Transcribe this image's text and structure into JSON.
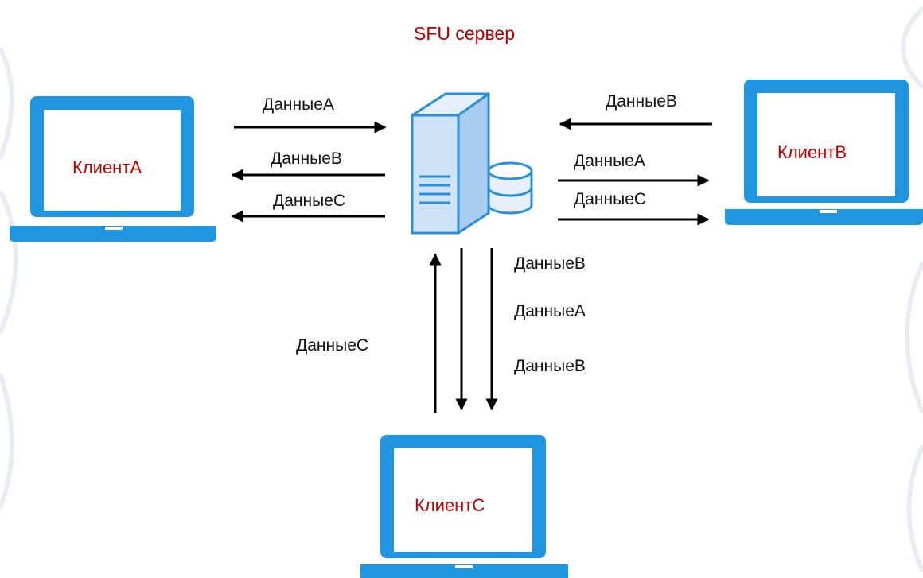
{
  "title": "SFU сервер",
  "colors": {
    "title": "#b00000",
    "client_label": "#c00000",
    "laptop_blue": "#2196e0",
    "server_fill": "#cfe3f8",
    "server_stroke": "#2d8fd8",
    "arrow": "#000000"
  },
  "server": {
    "icon": "server-database-icon"
  },
  "clients": {
    "a": {
      "label": "КлиентA",
      "icon": "laptop-icon"
    },
    "b": {
      "label": "КлиентB",
      "icon": "laptop-icon"
    },
    "c": {
      "label": "КлиентC",
      "icon": "laptop-icon"
    }
  },
  "arrows": {
    "a_to_server": "ДанныеA",
    "server_to_a_b": "ДанныеB",
    "server_to_a_c": "ДанныеC",
    "b_to_server": "ДанныеB",
    "server_to_b_a": "ДанныеA",
    "server_to_b_c": "ДанныеC",
    "c_to_server": "ДанныеC",
    "server_to_c_1": "ДанныеB",
    "server_to_c_2": "ДанныеA",
    "server_to_c_3": "ДанныеB"
  }
}
